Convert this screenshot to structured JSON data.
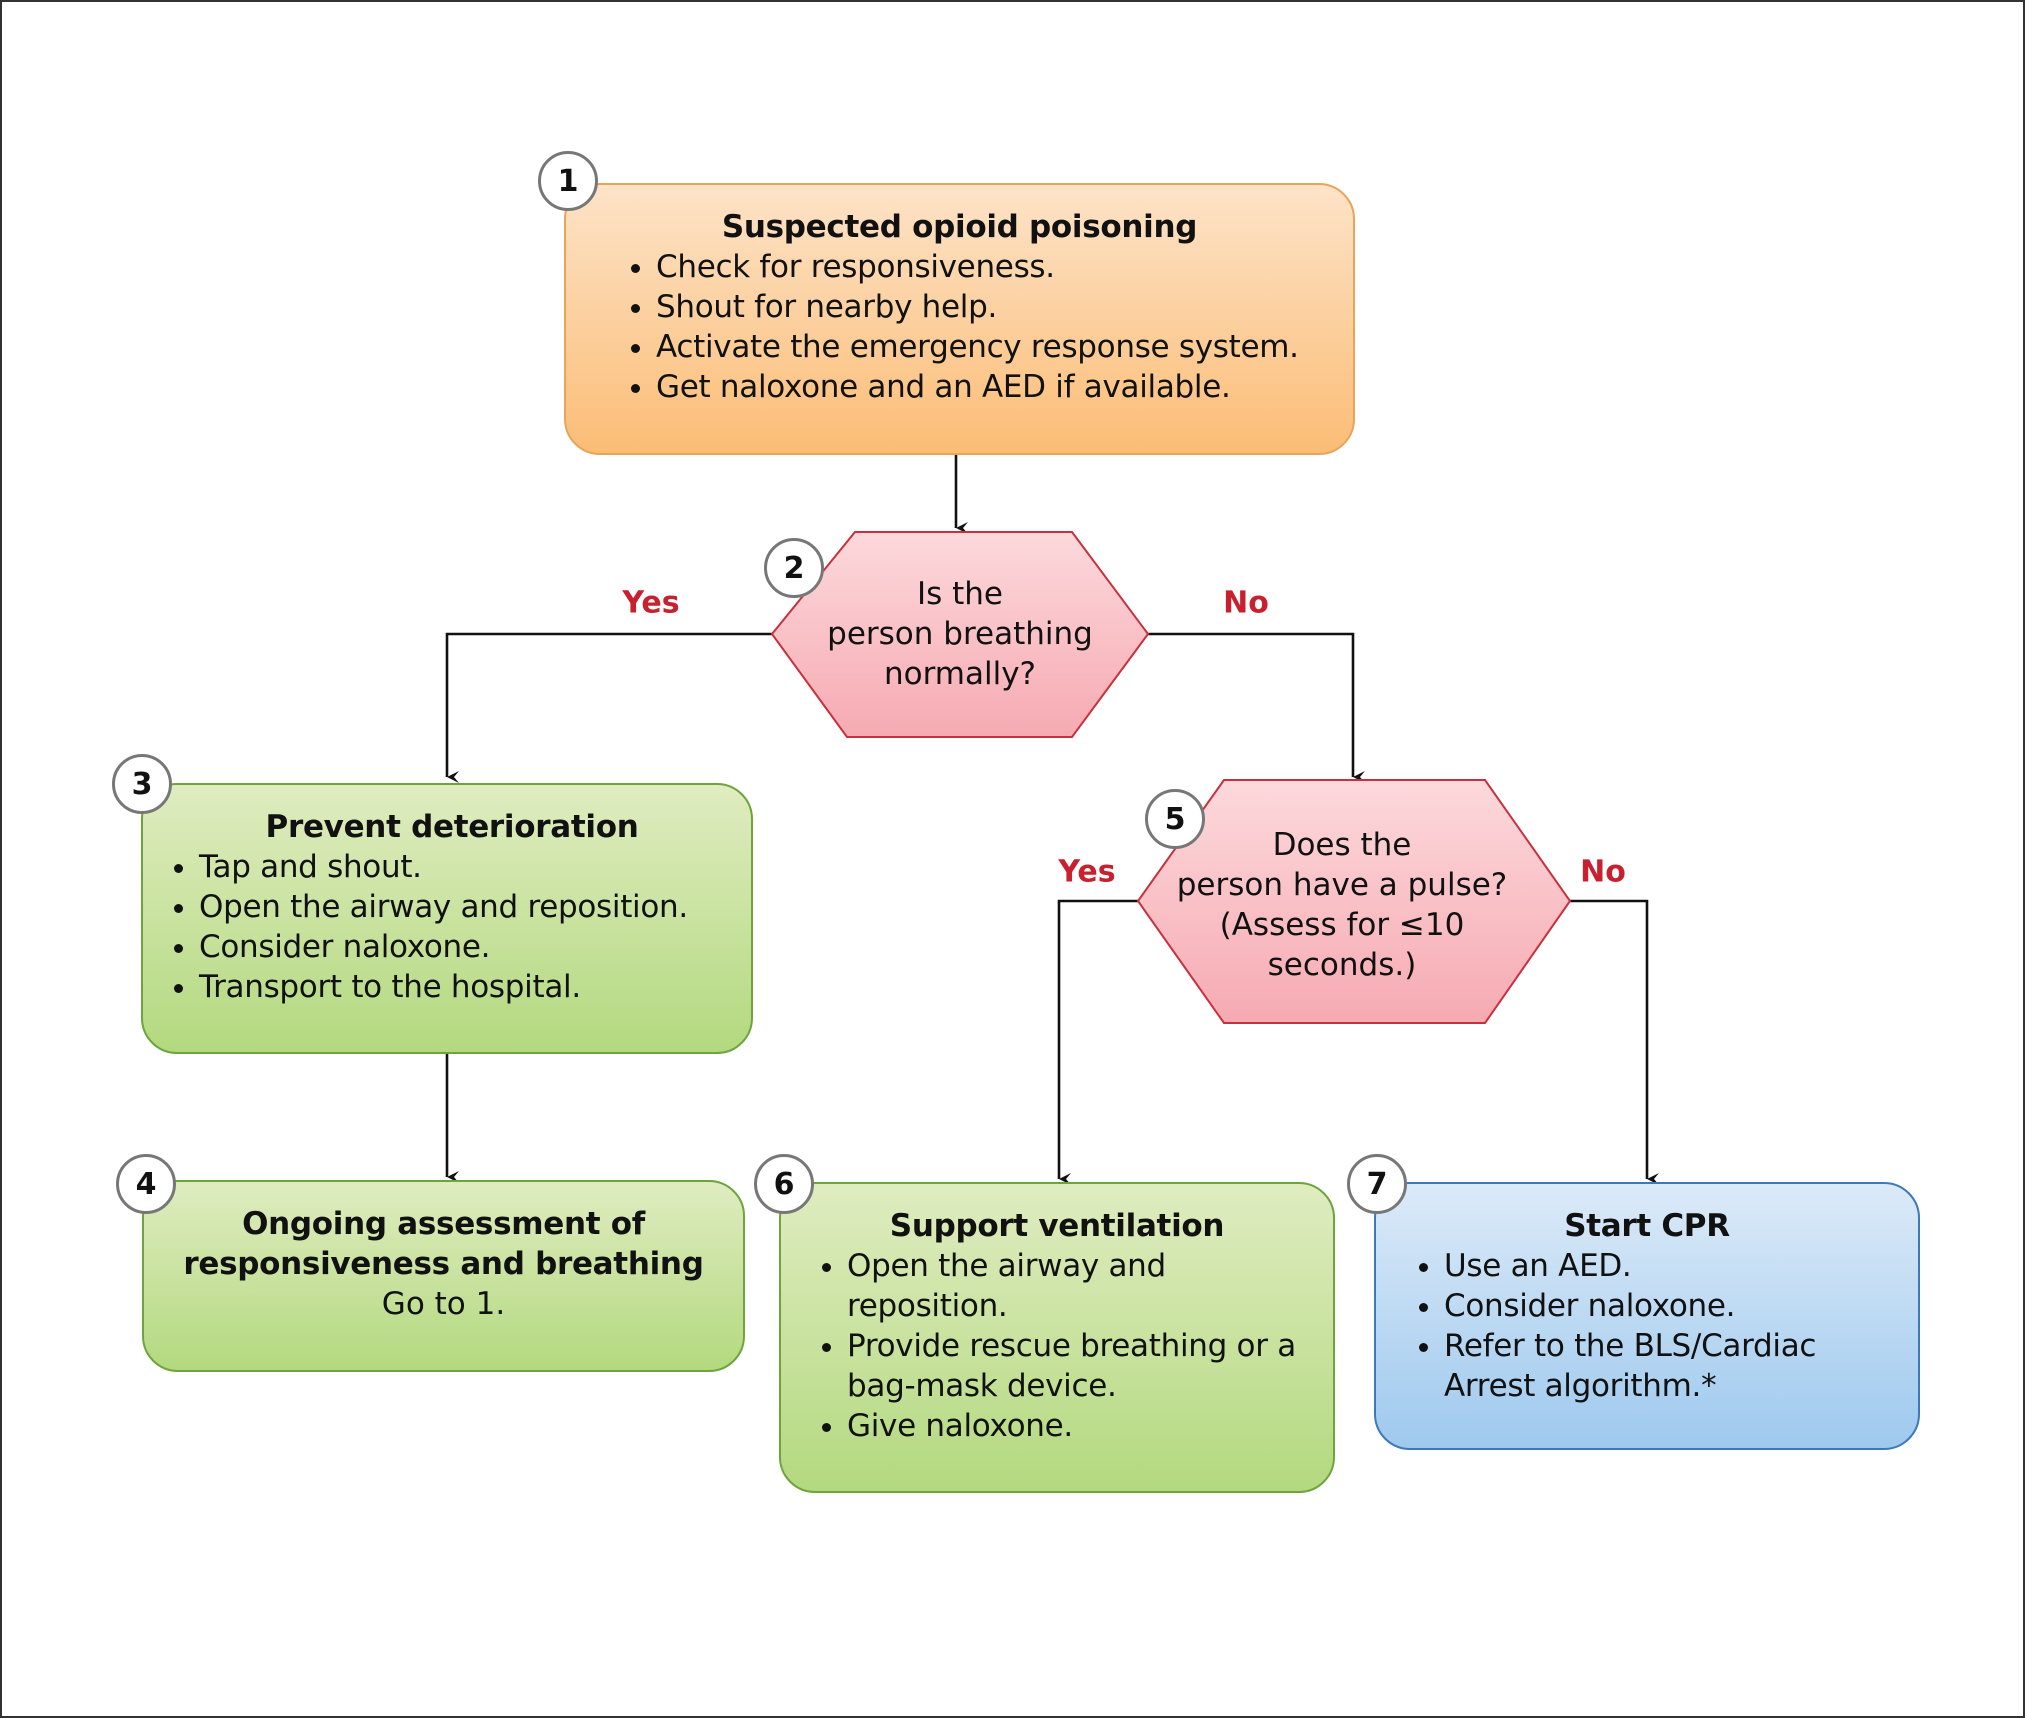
{
  "colors": {
    "decision_label": "#c8202f",
    "line": "#111111",
    "hex_fill_top": "#fcd9dc",
    "hex_fill_bottom": "#f6aab2",
    "hex_stroke": "#c8303d"
  },
  "steps": {
    "s1": {
      "number": "1",
      "title": "Suspected opioid poisoning",
      "items": [
        "Check for responsiveness.",
        "Shout for nearby help.",
        "Activate the emergency response system.",
        "Get naloxone and an AED if available."
      ]
    },
    "s2": {
      "number": "2",
      "question": [
        "Is the",
        "person breathing",
        "normally?"
      ],
      "yes_label": "Yes",
      "no_label": "No"
    },
    "s3": {
      "number": "3",
      "title": "Prevent deterioration",
      "items": [
        "Tap and shout.",
        "Open the airway and reposition.",
        "Consider naloxone.",
        "Transport to the hospital."
      ]
    },
    "s4": {
      "number": "4",
      "title_lines": [
        "Ongoing assessment of",
        "responsiveness and breathing"
      ],
      "text": "Go to 1."
    },
    "s5": {
      "number": "5",
      "question": [
        "Does the",
        "person have a pulse?",
        "(Assess for ≤10",
        "seconds.)"
      ],
      "yes_label": "Yes",
      "no_label": "No"
    },
    "s6": {
      "number": "6",
      "title": "Support ventilation",
      "items": [
        "Open the airway and reposition.",
        "Provide rescue breathing or a bag-mask device.",
        "Give naloxone."
      ]
    },
    "s7": {
      "number": "7",
      "title": "Start CPR",
      "items": [
        "Use an AED.",
        "Consider naloxone.",
        "Refer to the BLS/Cardiac Arrest algorithm.*"
      ]
    }
  }
}
